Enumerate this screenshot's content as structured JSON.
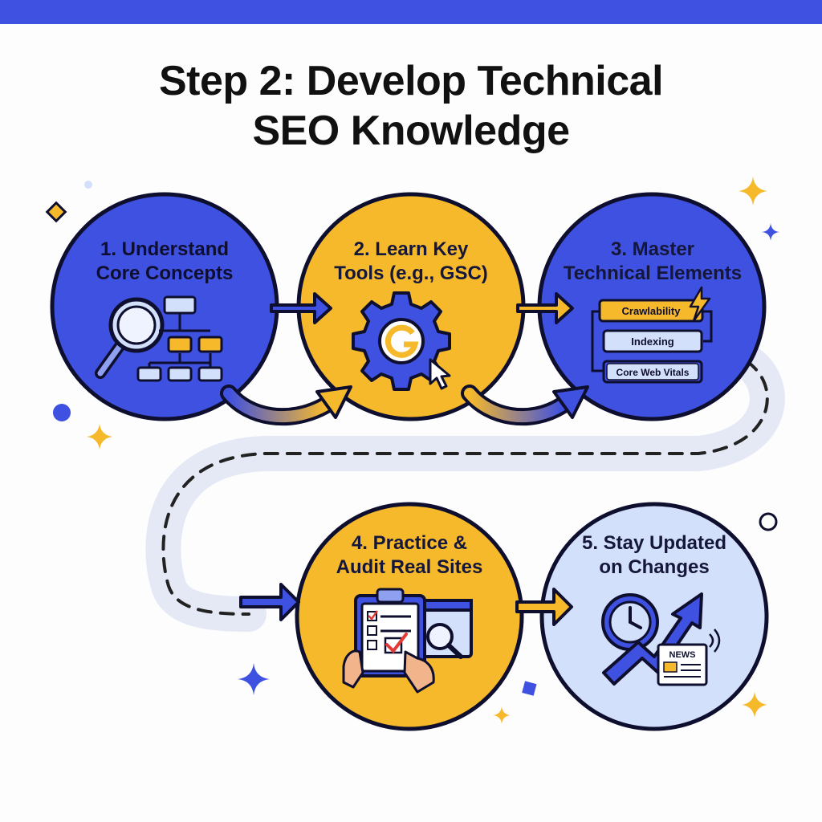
{
  "header": {
    "title_line1": "Step 2: Develop Technical",
    "title_line2": "SEO Knowledge"
  },
  "steps": [
    {
      "line1": "1. Understand",
      "line2": "Core Concepts"
    },
    {
      "line1": "2. Learn Key",
      "line2": "Tools (e.g., GSC)"
    },
    {
      "line1": "3. Master",
      "line2": "Technical Elements",
      "stack": [
        "Crawlability",
        "Indexing",
        "Core Web Vitals"
      ]
    },
    {
      "line1": "4. Practice &",
      "line2": "Audit Real Sites"
    },
    {
      "line1": "5. Stay Updated",
      "line2": "on Changes",
      "news_label": "NEWS"
    }
  ],
  "colors": {
    "primary_blue": "#3f51e0",
    "accent_yellow": "#f6b92b",
    "light_blue": "#d3e0fb",
    "outline": "#0e0f2e"
  },
  "icons": [
    "magnifier-icon",
    "sitemap-icon",
    "gear-google-icon",
    "cursor-icon",
    "clipboard-checklist-icon",
    "browser-magnifier-icon",
    "clock-icon",
    "trend-arrow-icon",
    "newspaper-icon",
    "sparkle-icon"
  ]
}
